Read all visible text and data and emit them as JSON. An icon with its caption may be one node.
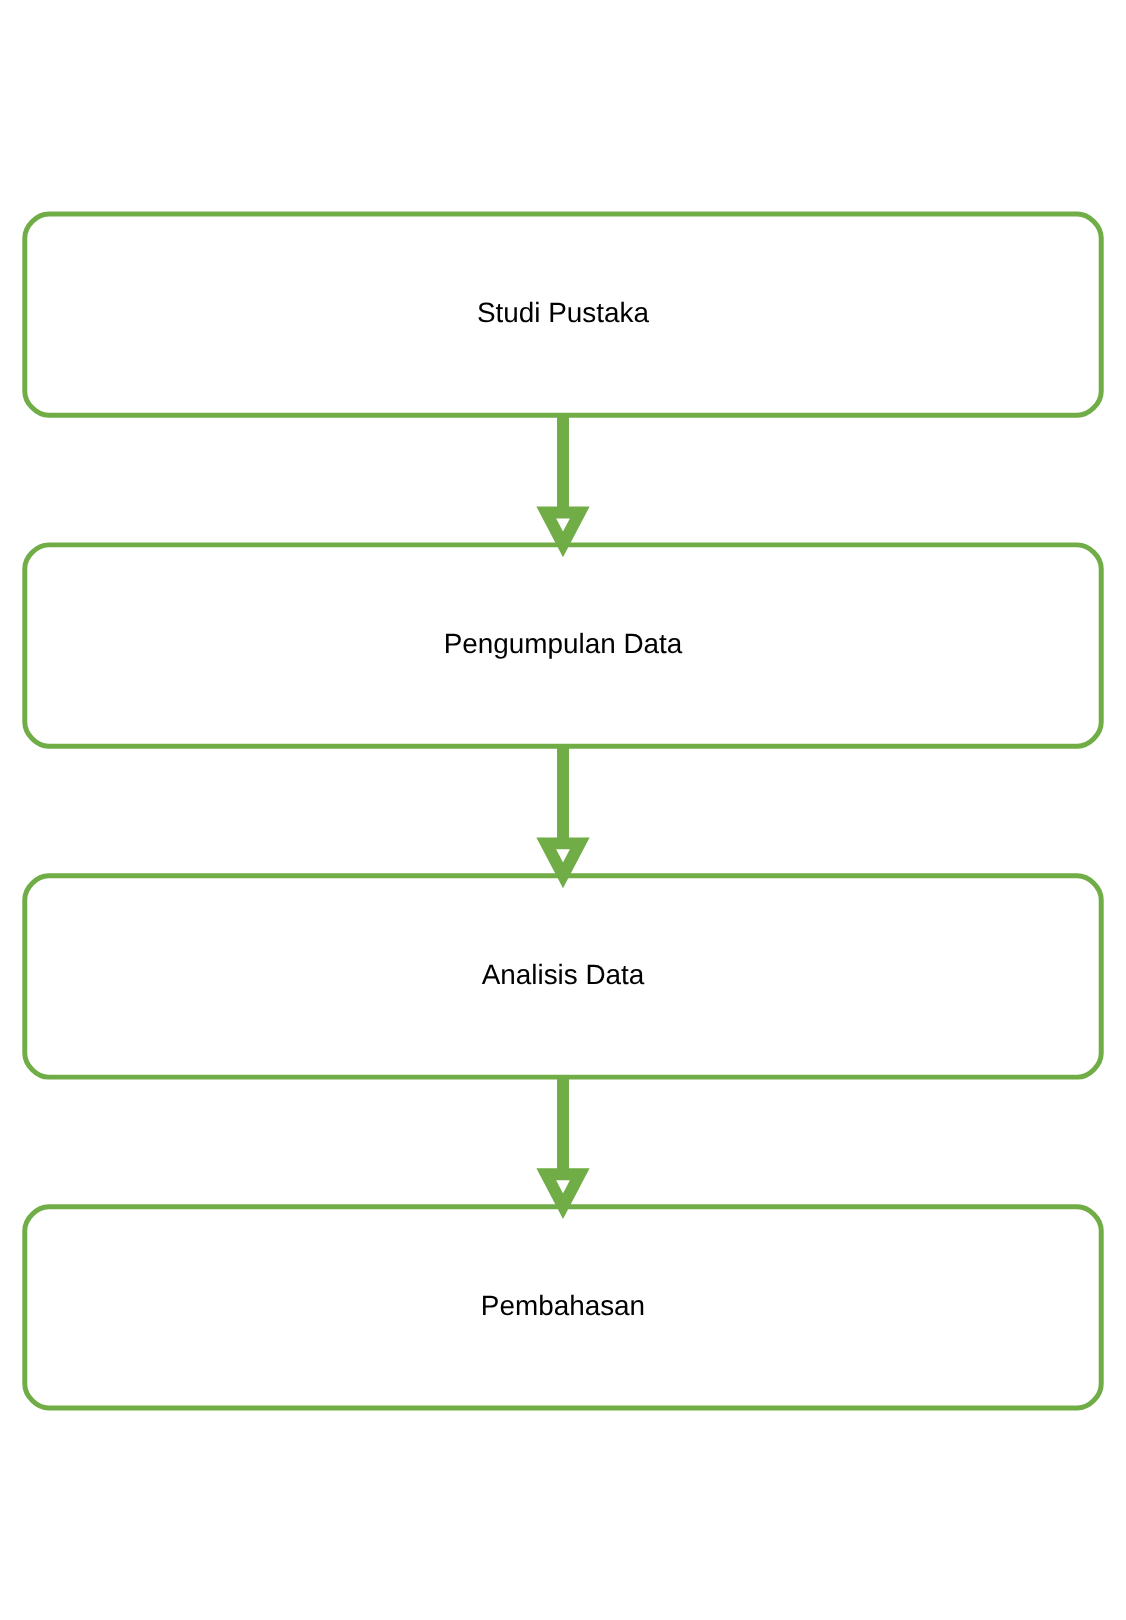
{
  "diagram": {
    "nodes": [
      {
        "text": [
          "Studi Pustaka"
        ]
      },
      {
        "text": [
          "Pengumpulan Data"
        ]
      },
      {
        "text": [
          "Analisis Data"
        ]
      },
      {
        "text": [
          "Pembahasan"
        ]
      }
    ],
    "edges": [
      {
        "from": 0,
        "to": 1,
        "arrow": "to"
      },
      {
        "from": 1,
        "to": 2,
        "arrow": "to"
      },
      {
        "from": 2,
        "to": 3,
        "arrow": "to"
      }
    ]
  }
}
